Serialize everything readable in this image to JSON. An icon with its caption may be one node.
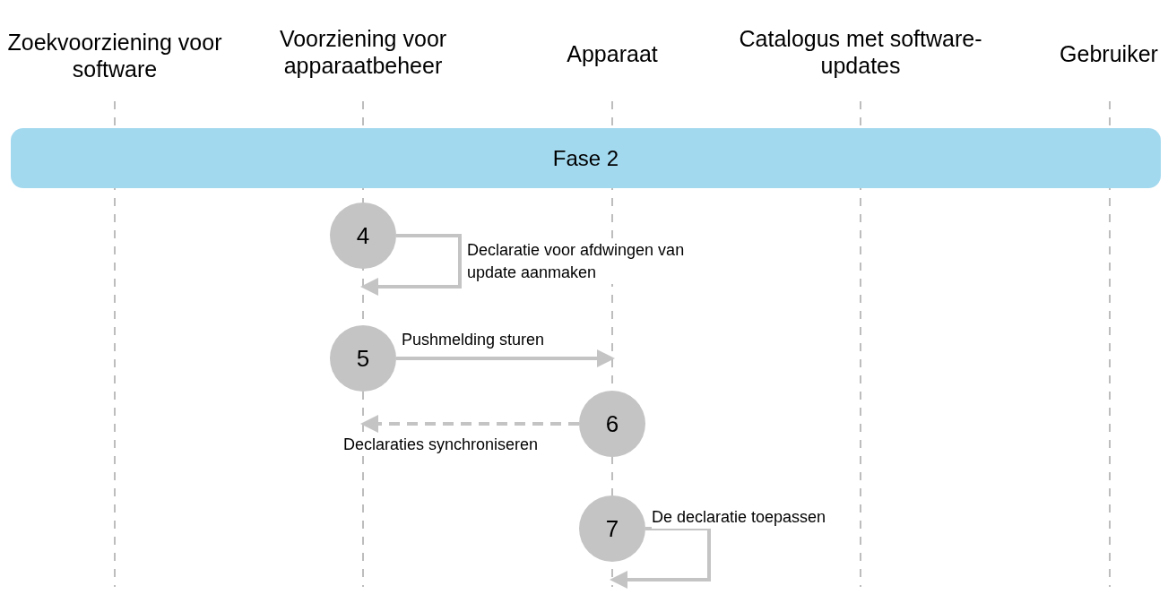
{
  "diagram": {
    "nodes": [
      {
        "text": [
          "Zoekvoorziening voor software"
        ]
      },
      {
        "text": [
          "Voorziening voor apparaatbeheer"
        ]
      },
      {
        "text": [
          "Apparaat"
        ]
      },
      {
        "text": [
          "Catalogus met software-updates"
        ]
      },
      {
        "text": [
          "Gebruiker"
        ]
      },
      {
        "text": [
          "Fase 2"
        ]
      },
      {
        "text": [
          "4"
        ]
      },
      {
        "text": [
          "5"
        ]
      },
      {
        "text": [
          "6"
        ]
      },
      {
        "text": [
          "7"
        ]
      }
    ],
    "edges": [
      {
        "from": 6,
        "to": 6,
        "arrow": "to",
        "label": "Declaratie voor afdwingen van update aanmaken"
      },
      {
        "from": 7,
        "to": 8,
        "arrow": "to",
        "label": "Pushmelding sturen"
      },
      {
        "from": 8,
        "to": 7,
        "arrow": "to",
        "label": "Declaraties synchroniseren",
        "style": "dashed"
      },
      {
        "from": 9,
        "to": 9,
        "arrow": "to",
        "label": "De declaratie toepassen"
      }
    ]
  }
}
